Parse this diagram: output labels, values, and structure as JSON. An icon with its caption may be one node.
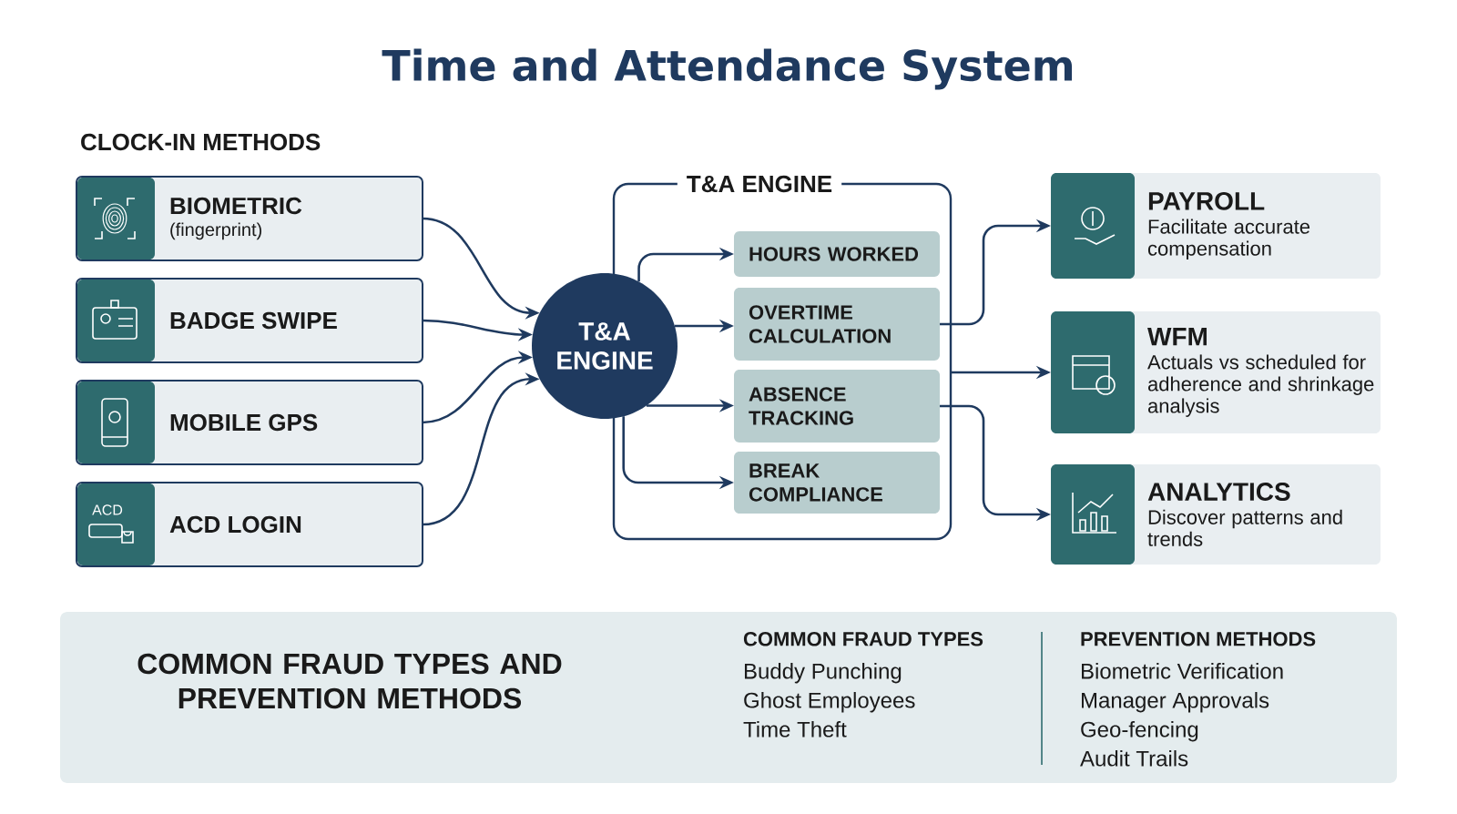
{
  "diagram": {
    "title": "Time and Attendance System",
    "nodes": [
      {
        "text": [
          "BIOMETRIC",
          "(fingerprint)"
        ]
      },
      {
        "text": [
          "BADGE SWIPE"
        ]
      },
      {
        "text": [
          "MOBILE GPS"
        ]
      },
      {
        "text": [
          "ACD LOGIN"
        ]
      },
      {
        "text": [
          "T&A ENGINE"
        ]
      },
      {
        "text": [
          "T&A ENGINE"
        ]
      },
      {
        "text": [
          "HOURS WORKED"
        ],
        "in": 4
      },
      {
        "text": [
          "OVERTIME CALCULATION"
        ],
        "in": 4
      },
      {
        "text": [
          "ABSENCE TRACKING"
        ],
        "in": 4
      },
      {
        "text": [
          "BREAK COMPLIANCE"
        ],
        "in": 4
      },
      {
        "text": [
          "PAYROLL",
          "Facilitate accurate compensation"
        ]
      },
      {
        "text": [
          "WFM",
          "Actuals vs scheduled for adherence and shrinkage analysis"
        ]
      },
      {
        "text": [
          "ANALYTICS",
          "Discover patterns and trends"
        ]
      },
      {
        "text": [
          "COMMON FRAUD TYPES AND PREVENTION METHODS",
          "COMMON FRAUD TYPES",
          "Buddy Punching",
          "Ghost Employees",
          "Time Theft",
          "PREVENTION METHODS",
          "Biometric Verification",
          "Manager Approvals",
          "Geo-fencing",
          "Audit Trails"
        ]
      }
    ],
    "edges": [
      {
        "from": 0,
        "to": 5,
        "arrow": "to"
      },
      {
        "from": 1,
        "to": 5,
        "arrow": "to"
      },
      {
        "from": 2,
        "to": 5,
        "arrow": "to"
      },
      {
        "from": 3,
        "to": 5,
        "arrow": "to"
      },
      {
        "from": 5,
        "to": 6,
        "arrow": "to"
      },
      {
        "from": 5,
        "to": 7,
        "arrow": "to"
      },
      {
        "from": 5,
        "to": 8,
        "arrow": "to"
      },
      {
        "from": 5,
        "to": 9,
        "arrow": "to"
      },
      {
        "from": 7,
        "to": 10,
        "arrow": "to"
      },
      {
        "from": 4,
        "to": 11,
        "arrow": "to"
      },
      {
        "from": 8,
        "to": 12,
        "arrow": "to"
      }
    ],
    "labels": [
      "CLOCK-IN METHODS",
      "ACD"
    ]
  }
}
